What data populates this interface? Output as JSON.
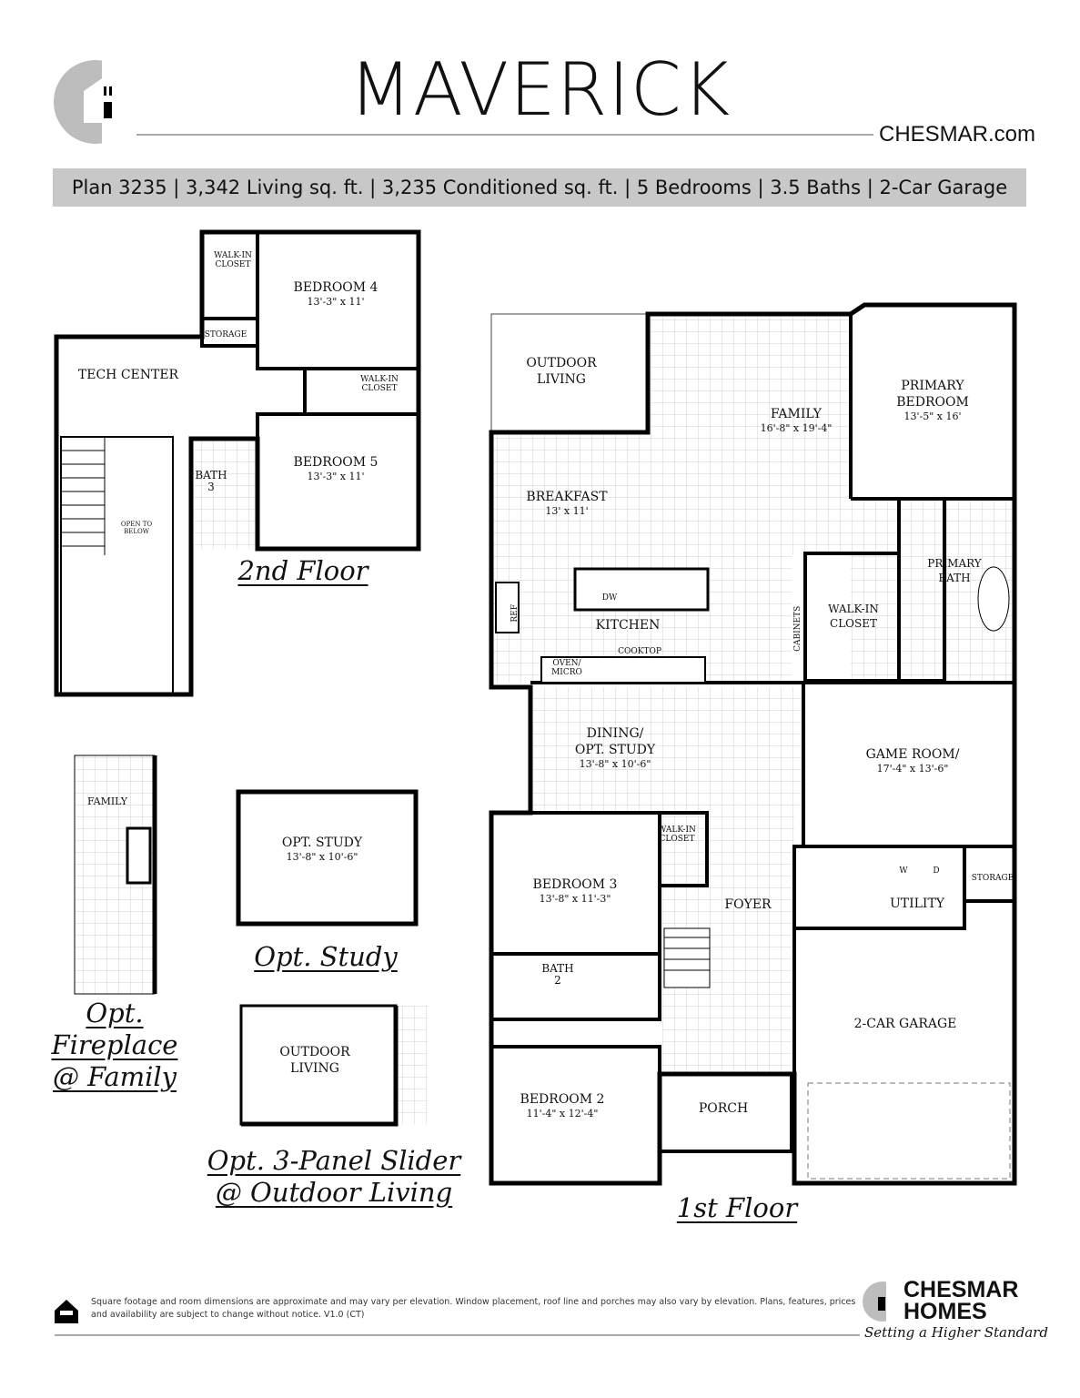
{
  "header": {
    "title": "MAVERICK",
    "website": "CHESMAR.com",
    "specs": "Plan 3235 | 3,342 Living sq. ft. | 3,235 Conditioned sq. ft. | 5 Bedrooms | 3.5 Baths | 2-Car Garage"
  },
  "first_floor": {
    "caption": "1st Floor",
    "rooms": {
      "outdoor_living": "OUTDOOR\nLIVING",
      "family": {
        "name": "FAMILY",
        "dim": "16'-8\" x 19'-4\""
      },
      "primary_bedroom": {
        "name": "PRIMARY\nBEDROOM",
        "dim": "13'-5\" x 16'"
      },
      "breakfast": {
        "name": "BREAKFAST",
        "dim": "13' x 11'"
      },
      "kitchen": "KITCHEN",
      "cooktop": "COOKTOP",
      "oven": "OVEN/\nMICRO",
      "ref": "REF",
      "dw": "DW",
      "cabinets": "CABINETS",
      "walk_in_closet": "WALK-IN\nCLOSET",
      "primary_bath": "PRIMARY\nBATH",
      "dining": {
        "name": "DINING/\nOPT. STUDY",
        "dim": "13'-8\" x 10'-6\""
      },
      "game_room": {
        "name": "GAME ROOM/",
        "dim": "17'-4\" x 13'-6\""
      },
      "walk_in_closet_2": "WALK-IN\nCLOSET",
      "bedroom3": {
        "name": "BEDROOM 3",
        "dim": "13'-8\" x 11'-3\""
      },
      "foyer": "FOYER",
      "utility": "UTILITY",
      "storage": "STORAGE",
      "washer": "W",
      "dryer": "D",
      "bath2": "BATH\n2",
      "garage": "2-CAR GARAGE",
      "porch": "PORCH",
      "bedroom2": {
        "name": "BEDROOM 2",
        "dim": "11'-4\" x 12'-4\""
      }
    }
  },
  "second_floor": {
    "caption": "2nd Floor",
    "rooms": {
      "walk_in_closet": "WALK-IN\nCLOSET",
      "storage": "STORAGE",
      "bedroom4": {
        "name": "BEDROOM 4",
        "dim": "13'-3\" x 11'"
      },
      "tech_center": "TECH CENTER",
      "walk_in_closet_2": "WALK-IN\nCLOSET",
      "bedroom5": {
        "name": "BEDROOM 5",
        "dim": "13'-3\" x 11'"
      },
      "bath3": "BATH\n3",
      "open_to_below": "OPEN TO\nBELOW"
    }
  },
  "options": {
    "fireplace": {
      "room": "FAMILY",
      "caption": "Opt.\nFireplace\n@ Family"
    },
    "study": {
      "name": "OPT. STUDY",
      "dim": "13'-8\" x 10'-6\"",
      "caption": "Opt. Study"
    },
    "slider": {
      "name": "OUTDOOR\nLIVING",
      "caption": "Opt. 3-Panel Slider\n@ Outdoor Living"
    }
  },
  "footer": {
    "disclaimer": "Square footage and room dimensions are approximate and may vary per elevation. Window placement, roof line and porches may also vary by elevation. Plans, features, prices and availability are subject to change without notice. V1.0 (CT)",
    "brand": "CHESMAR\nHOMES",
    "tagline": "Setting a Higher Standard"
  },
  "colors": {
    "bar": "#c8c8c8",
    "logo": "#bdbdbd",
    "wall": "#000000",
    "grid": "#d0d0d0"
  }
}
